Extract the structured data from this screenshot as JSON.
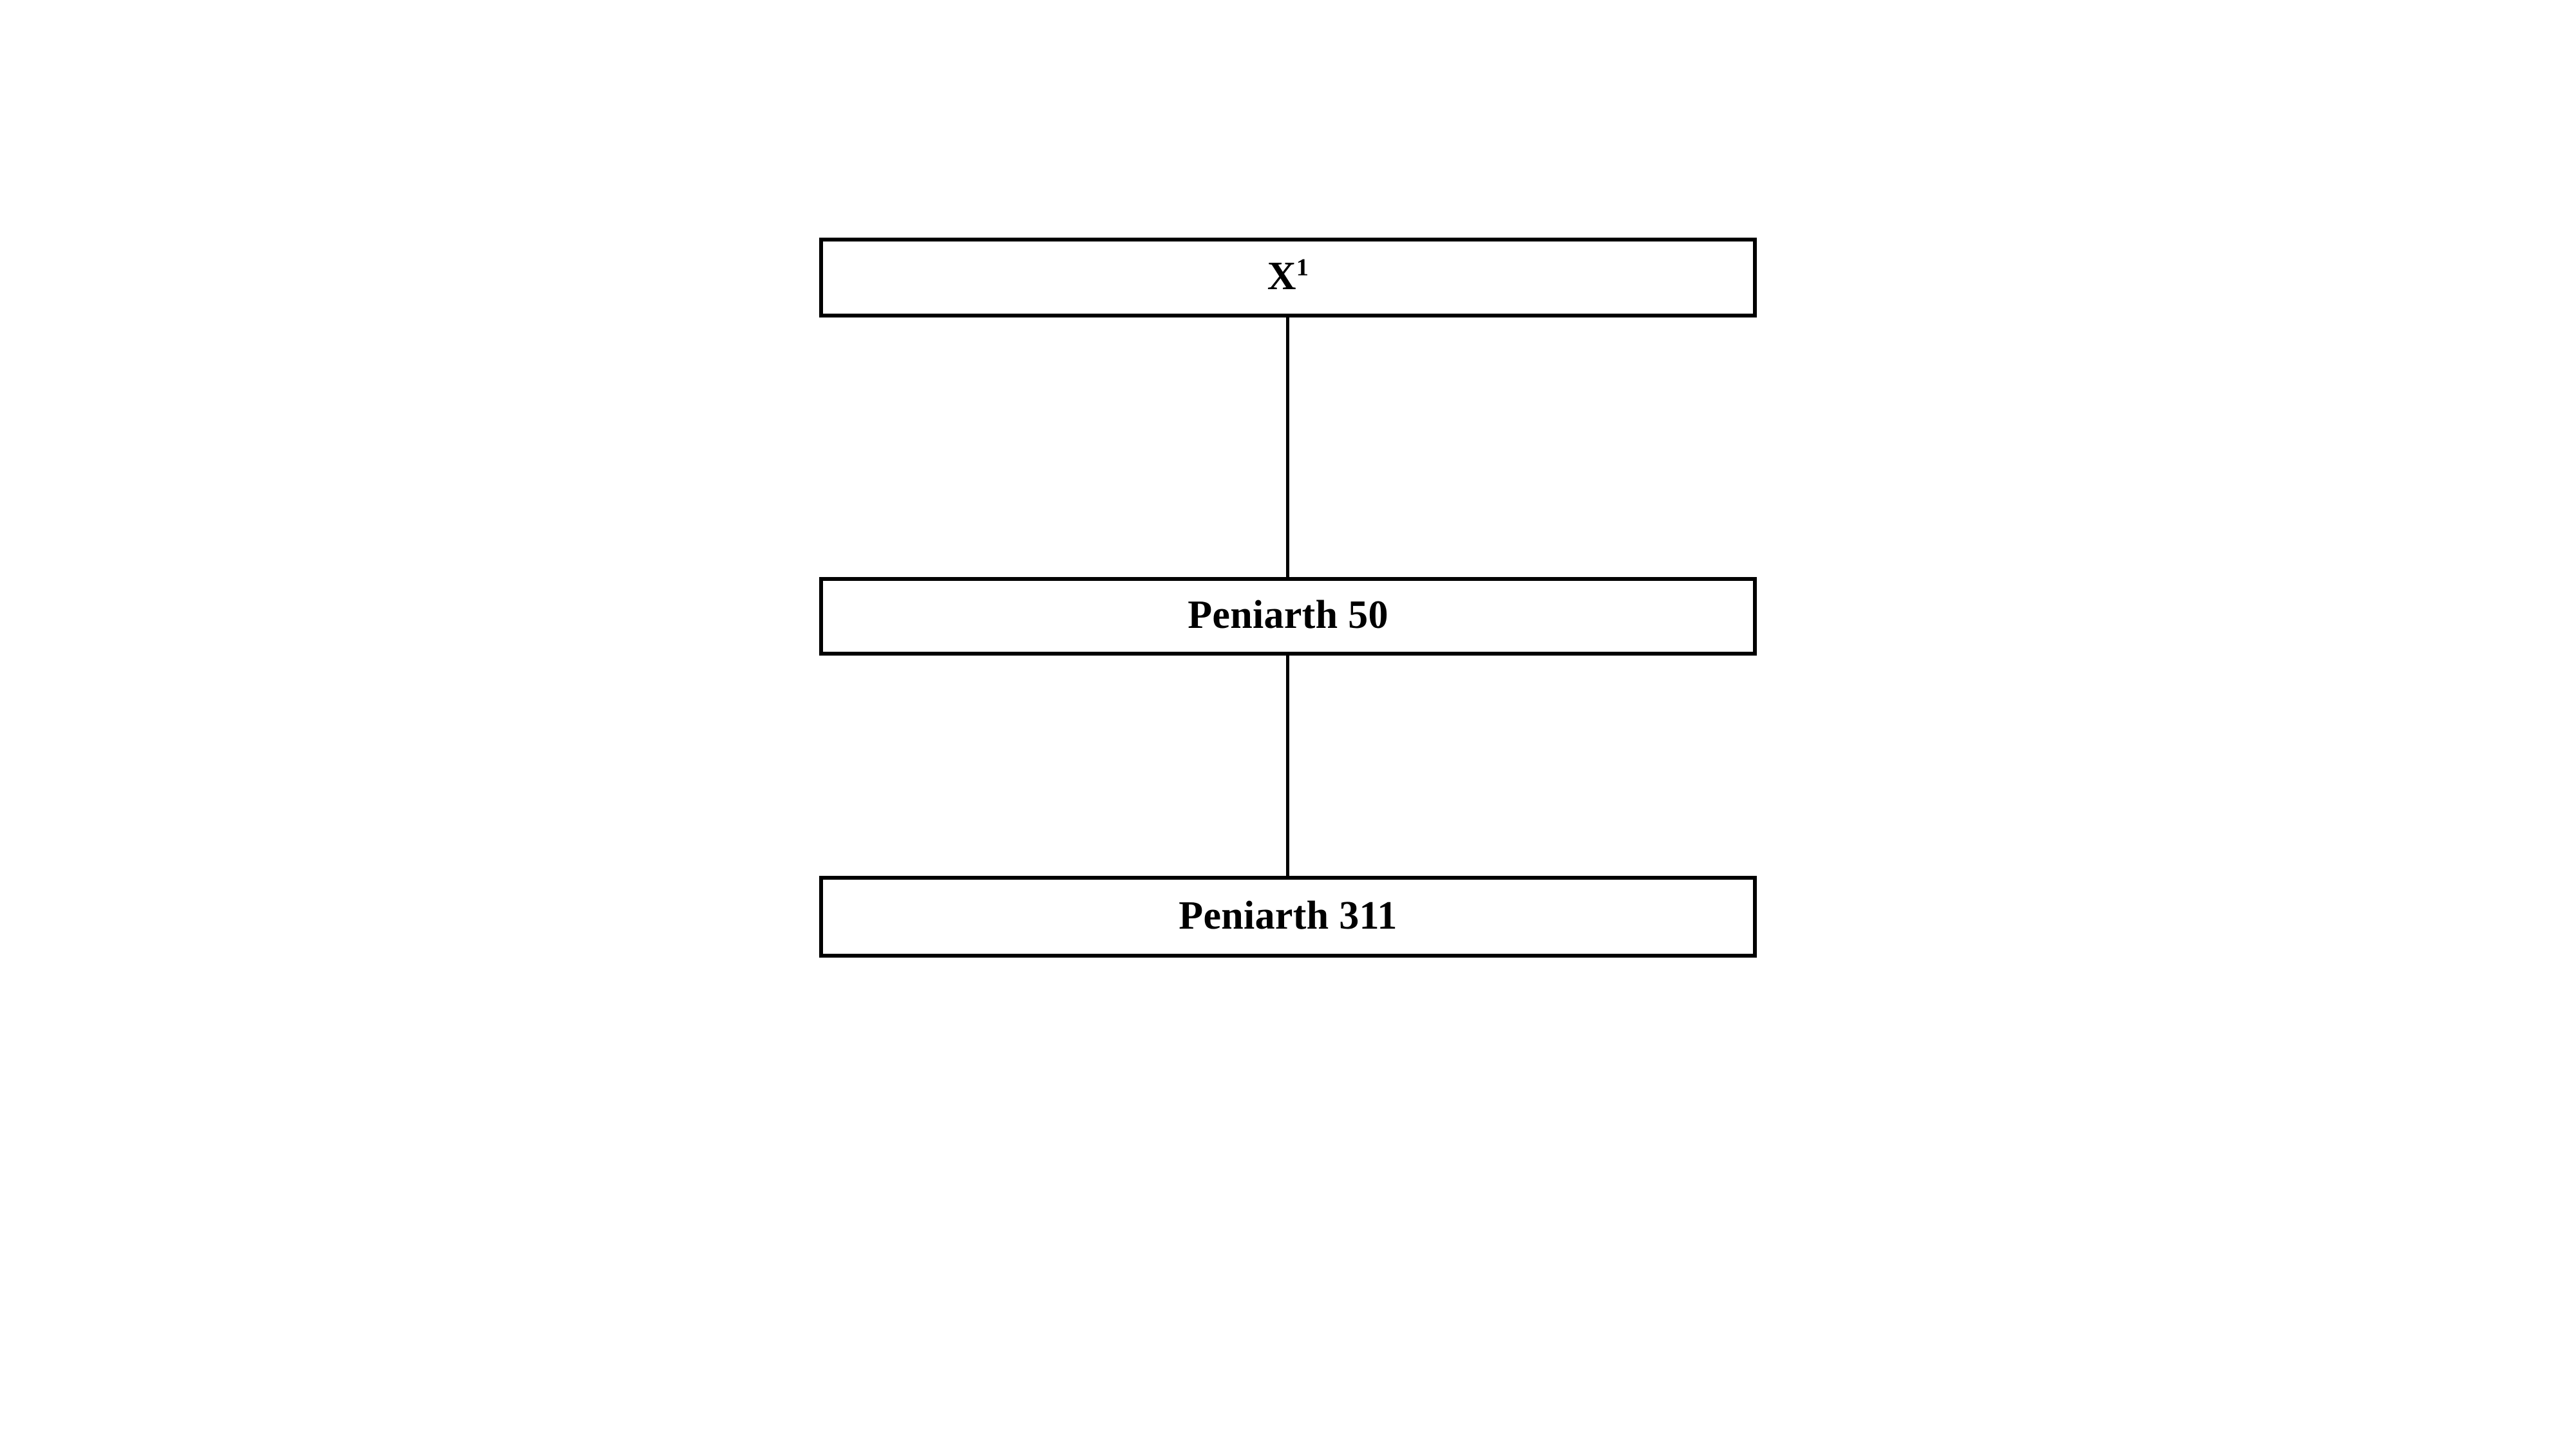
{
  "diagram": {
    "type": "stemma",
    "orientation": "vertical",
    "background_color": "#ffffff",
    "line_color": "#000000",
    "text_color": "#000000",
    "nodes": [
      {
        "id": "x1",
        "label_base": "X",
        "label_superscript": "1",
        "label_full": "X¹"
      },
      {
        "id": "pen50",
        "label_base": "Peniarth 50",
        "label_superscript": "",
        "label_full": "Peniarth 50"
      },
      {
        "id": "pen311",
        "label_base": "Peniarth 311",
        "label_superscript": "",
        "label_full": "Peniarth 311"
      }
    ],
    "edges": [
      {
        "from": "x1",
        "to": "pen50"
      },
      {
        "from": "pen50",
        "to": "pen311"
      }
    ]
  }
}
